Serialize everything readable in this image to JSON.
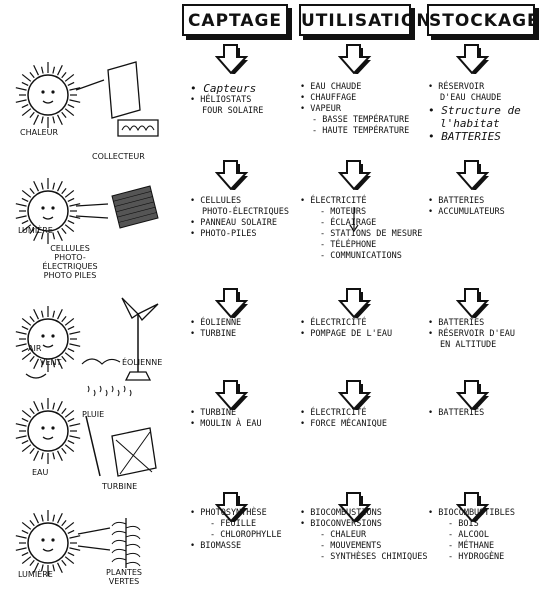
{
  "headers": [
    "CAPTAGE",
    "UTILISATION",
    "STOCKAGE"
  ],
  "rows": [
    {
      "labels": [
        "CHALEUR",
        "COLLECTEUR"
      ],
      "captage": [
        {
          "t": "• Capteurs",
          "c": "big"
        },
        {
          "t": "• HÉLIOSTATS"
        },
        {
          "t": "FOUR SOLAIRE",
          "c": "sub"
        }
      ],
      "utilisation": [
        {
          "t": "• EAU CHAUDE"
        },
        {
          "t": "• CHAUFFAGE"
        },
        {
          "t": "• VAPEUR"
        },
        {
          "t": "- BASSE TEMPÉRATURE",
          "c": "sub"
        },
        {
          "t": "- HAUTE TEMPÉRATURE",
          "c": "sub"
        }
      ],
      "stockage": [
        {
          "t": "• RÉSERVOIR"
        },
        {
          "t": "D'EAU CHAUDE",
          "c": "sub"
        },
        {
          "t": "• Structure de",
          "c": "big"
        },
        {
          "t": "l'habitat",
          "c": "big sub"
        },
        {
          "t": "• BATTERIES",
          "c": "big"
        }
      ]
    },
    {
      "labels": [
        "LUMIÈRE",
        "CELLULES PHOTO-ÉLECTRIQUES PHOTO PILES"
      ],
      "captage": [
        {
          "t": "• CELLULES"
        },
        {
          "t": "PHOTO-ÉLECTRIQUES",
          "c": "sub"
        },
        {
          "t": "• PANNEAU SOLAIRE"
        },
        {
          "t": "• PHOTO-PILES"
        }
      ],
      "utilisation": [
        {
          "t": "• ÉLECTRICITÉ"
        },
        {
          "t": "- MOTEURS",
          "c": "subsub"
        },
        {
          "t": "- ÉCLAIRAGE",
          "c": "subsub"
        },
        {
          "t": "- STATIONS DE MESURE",
          "c": "subsub"
        },
        {
          "t": "- TÉLÉPHONE",
          "c": "subsub"
        },
        {
          "t": "- COMMUNICATIONS",
          "c": "subsub"
        }
      ],
      "stockage": [
        {
          "t": "• BATTERIES"
        },
        {
          "t": "• ACCUMULATEURS"
        }
      ]
    },
    {
      "labels": [
        "AIR",
        "VENT",
        "ÉOLIENNE"
      ],
      "captage": [
        {
          "t": "• ÉOLIENNE"
        },
        {
          "t": "• TURBINE"
        }
      ],
      "utilisation": [
        {
          "t": "• ÉLECTRICITÉ"
        },
        {
          "t": "• POMPAGE DE L'EAU"
        }
      ],
      "stockage": [
        {
          "t": "• BATTERIES"
        },
        {
          "t": "• RÉSERVOIR D'EAU"
        },
        {
          "t": "EN ALTITUDE",
          "c": "sub"
        }
      ]
    },
    {
      "labels": [
        "PLUIE",
        "EAU",
        "TURBINE"
      ],
      "captage": [
        {
          "t": "• TURBINE"
        },
        {
          "t": "• MOULIN À EAU"
        }
      ],
      "utilisation": [
        {
          "t": "• ÉLECTRICITÉ"
        },
        {
          "t": "• FORCE MÉCANIQUE"
        }
      ],
      "stockage": [
        {
          "t": "• BATTERIES"
        }
      ]
    },
    {
      "labels": [
        "LUMIÈRE",
        "PLANTES VERTES"
      ],
      "captage": [
        {
          "t": "• PHOTOSYNTHÈSE"
        },
        {
          "t": "- FEUILLE",
          "c": "subsub"
        },
        {
          "t": "- CHLOROPHYLLE",
          "c": "subsub"
        },
        {
          "t": " "
        },
        {
          "t": "• BIOMASSE"
        }
      ],
      "utilisation": [
        {
          "t": "• BIOCOMBUSTIONS"
        },
        {
          "t": "• BIOCONVERSIONS"
        },
        {
          "t": "- CHALEUR",
          "c": "subsub"
        },
        {
          "t": "- MOUVEMENTS",
          "c": "subsub"
        },
        {
          "t": "- SYNTHÈSES CHIMIQUES",
          "c": "subsub"
        }
      ],
      "stockage": [
        {
          "t": "• BIOCOMBUSTIBLES"
        },
        {
          "t": "- BOIS",
          "c": "subsub"
        },
        {
          "t": "- ALCOOL",
          "c": "subsub"
        },
        {
          "t": "- MÉTHANE",
          "c": "subsub"
        },
        {
          "t": "- HYDROGÈNE",
          "c": "subsub"
        }
      ]
    }
  ]
}
